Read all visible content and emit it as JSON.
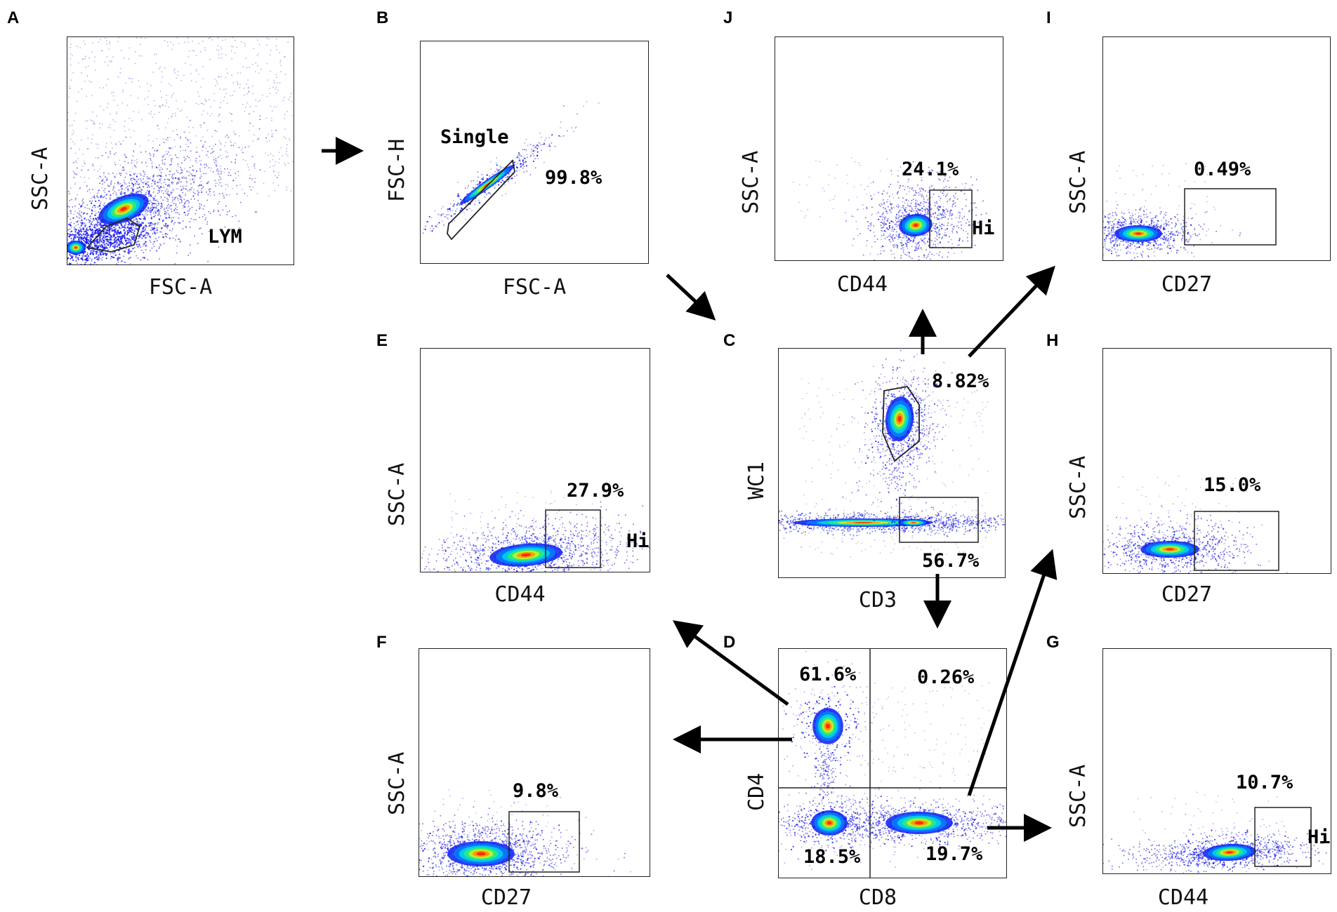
{
  "panels": {
    "A": {
      "letter": "A",
      "xlabel": "FSC-A",
      "ylabel": "SSC-A",
      "gate": "LYM"
    },
    "B": {
      "letter": "B",
      "xlabel": "FSC-A",
      "ylabel": "FSC-H",
      "gate": "Single",
      "pct": "99.8%"
    },
    "J": {
      "letter": "J",
      "xlabel": "CD44",
      "ylabel": "SSC-A",
      "pct": "24.1%",
      "gate": "Hi"
    },
    "I": {
      "letter": "I",
      "xlabel": "CD27",
      "ylabel": "SSC-A",
      "pct": "0.49%"
    },
    "E": {
      "letter": "E",
      "xlabel": "CD44",
      "ylabel": "SSC-A",
      "pct": "27.9%",
      "gate": "Hi"
    },
    "C": {
      "letter": "C",
      "xlabel": "CD3",
      "ylabel": "WC1",
      "pct_top": "8.82%",
      "pct_bottom": "56.7%"
    },
    "H": {
      "letter": "H",
      "xlabel": "CD27",
      "ylabel": "SSC-A",
      "pct": "15.0%"
    },
    "F": {
      "letter": "F",
      "xlabel": "CD27",
      "ylabel": "SSC-A",
      "pct": "9.8%"
    },
    "D": {
      "letter": "D",
      "xlabel": "CD8",
      "ylabel": "CD4",
      "pct_ul": "61.6%",
      "pct_ur": "0.26%",
      "pct_ll": "18.5%",
      "pct_lr": "19.7%"
    },
    "G": {
      "letter": "G",
      "xlabel": "CD44",
      "ylabel": "SSC-A",
      "pct": "10.7%",
      "gate": "Hi"
    }
  },
  "colors": {
    "frame": "#222222",
    "arrow": "#000000",
    "density_low": "#1a1aff",
    "density_mid": "#00e0e0",
    "density_high": "#ff2000"
  }
}
